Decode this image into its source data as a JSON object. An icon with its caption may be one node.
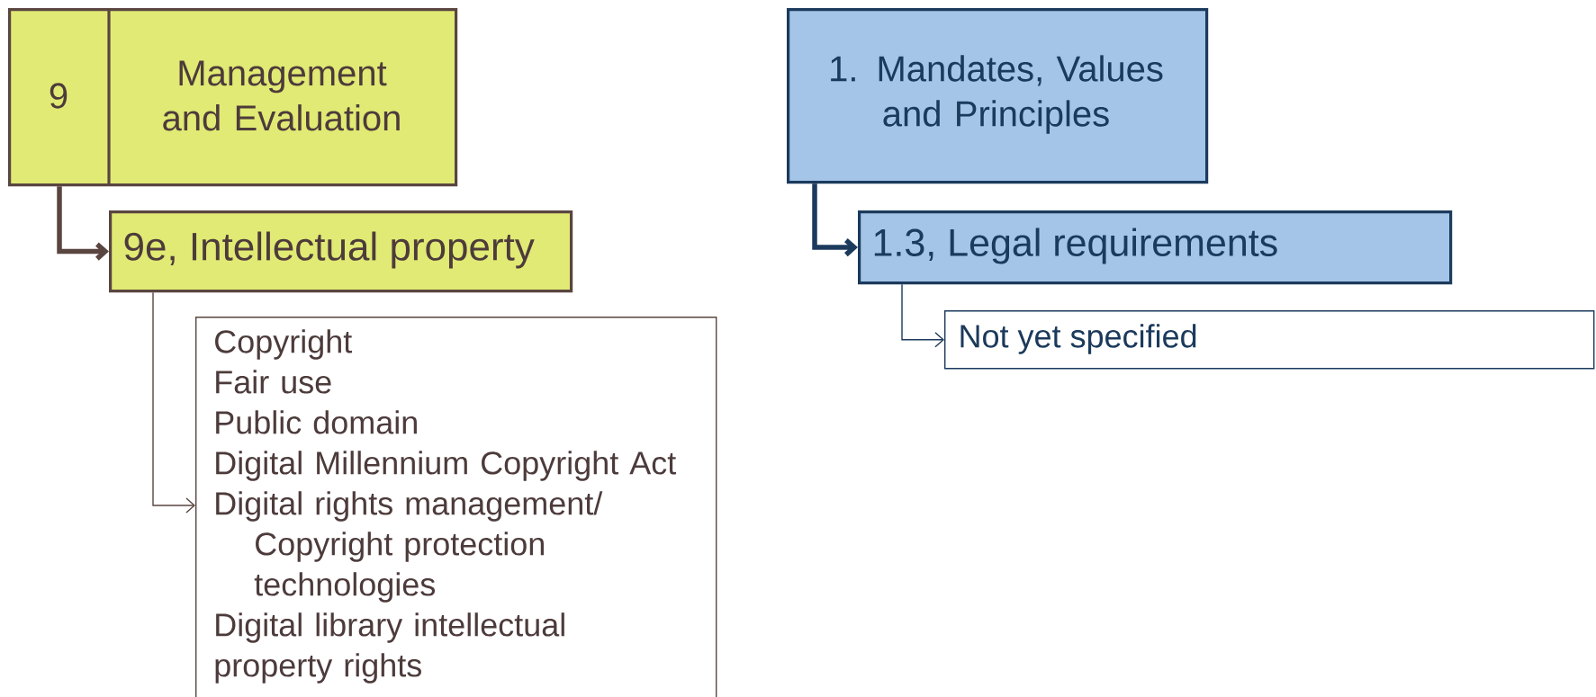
{
  "diagram": {
    "nodes": [
      {
        "text": [
          "9",
          "Management and Evaluation"
        ]
      },
      {
        "text": [
          "9e, Intellectual property"
        ]
      },
      {
        "text": [
          "Copyright",
          "Fair use",
          "Public domain",
          "Digital Millennium Copyright Act",
          "Digital rights management/ Copyright protection technologies",
          "Digital library intellectual property rights"
        ]
      },
      {
        "text": [
          "1. Mandates, Values and Principles"
        ]
      },
      {
        "text": [
          "1.3, Legal requirements"
        ]
      },
      {
        "text": [
          "Not yet specified"
        ]
      }
    ],
    "edges": [
      {
        "from": 0,
        "to": 1,
        "arrow": "to",
        "style": "thick",
        "color": "#5a4540"
      },
      {
        "from": 1,
        "to": 2,
        "arrow": "to",
        "color": "#5a4540"
      },
      {
        "from": 3,
        "to": 4,
        "arrow": "to",
        "style": "thick",
        "color": "#1b3a5c"
      },
      {
        "from": 4,
        "to": 5,
        "arrow": "to",
        "color": "#1b3a5c"
      }
    ]
  }
}
